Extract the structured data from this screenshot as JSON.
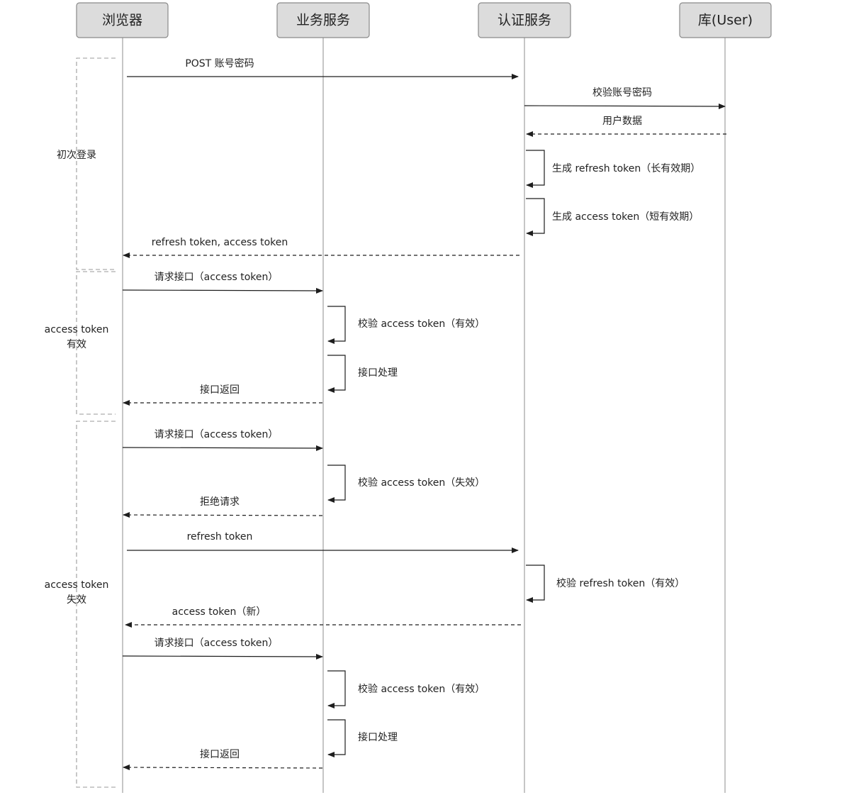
{
  "actors": [
    "浏览器",
    "业务服务",
    "认证服务",
    "库(User)"
  ],
  "groups": [
    {
      "lines": [
        "初次登录"
      ]
    },
    {
      "lines": [
        "access token",
        "有效"
      ]
    },
    {
      "lines": [
        "access token",
        "失效"
      ]
    }
  ],
  "messages": [
    {
      "label": "POST 账号密码",
      "style": "solid"
    },
    {
      "label": "校验账号密码",
      "style": "solid"
    },
    {
      "label": "用户数据",
      "style": "dashed"
    },
    {
      "label": "生成 refresh token（长有效期）",
      "style": "self"
    },
    {
      "label": "生成 access token（短有效期）",
      "style": "self"
    },
    {
      "label": "refresh token, access token",
      "style": "dashed"
    },
    {
      "label": "请求接口（access token）",
      "style": "solid"
    },
    {
      "label": "校验 access token（有效）",
      "style": "self"
    },
    {
      "label": "接口处理",
      "style": "self"
    },
    {
      "label": "接口返回",
      "style": "dashed"
    },
    {
      "label": "请求接口（access token）",
      "style": "solid"
    },
    {
      "label": "校验 access token（失效）",
      "style": "self"
    },
    {
      "label": "拒绝请求",
      "style": "dashed"
    },
    {
      "label": "refresh token",
      "style": "solid"
    },
    {
      "label": "校验 refresh token（有效）",
      "style": "self"
    },
    {
      "label": "access token（新）",
      "style": "dashed"
    },
    {
      "label": "请求接口（access token）",
      "style": "solid"
    },
    {
      "label": "校验 access token（有效）",
      "style": "self"
    },
    {
      "label": "接口处理",
      "style": "self"
    },
    {
      "label": "接口返回",
      "style": "dashed"
    }
  ]
}
